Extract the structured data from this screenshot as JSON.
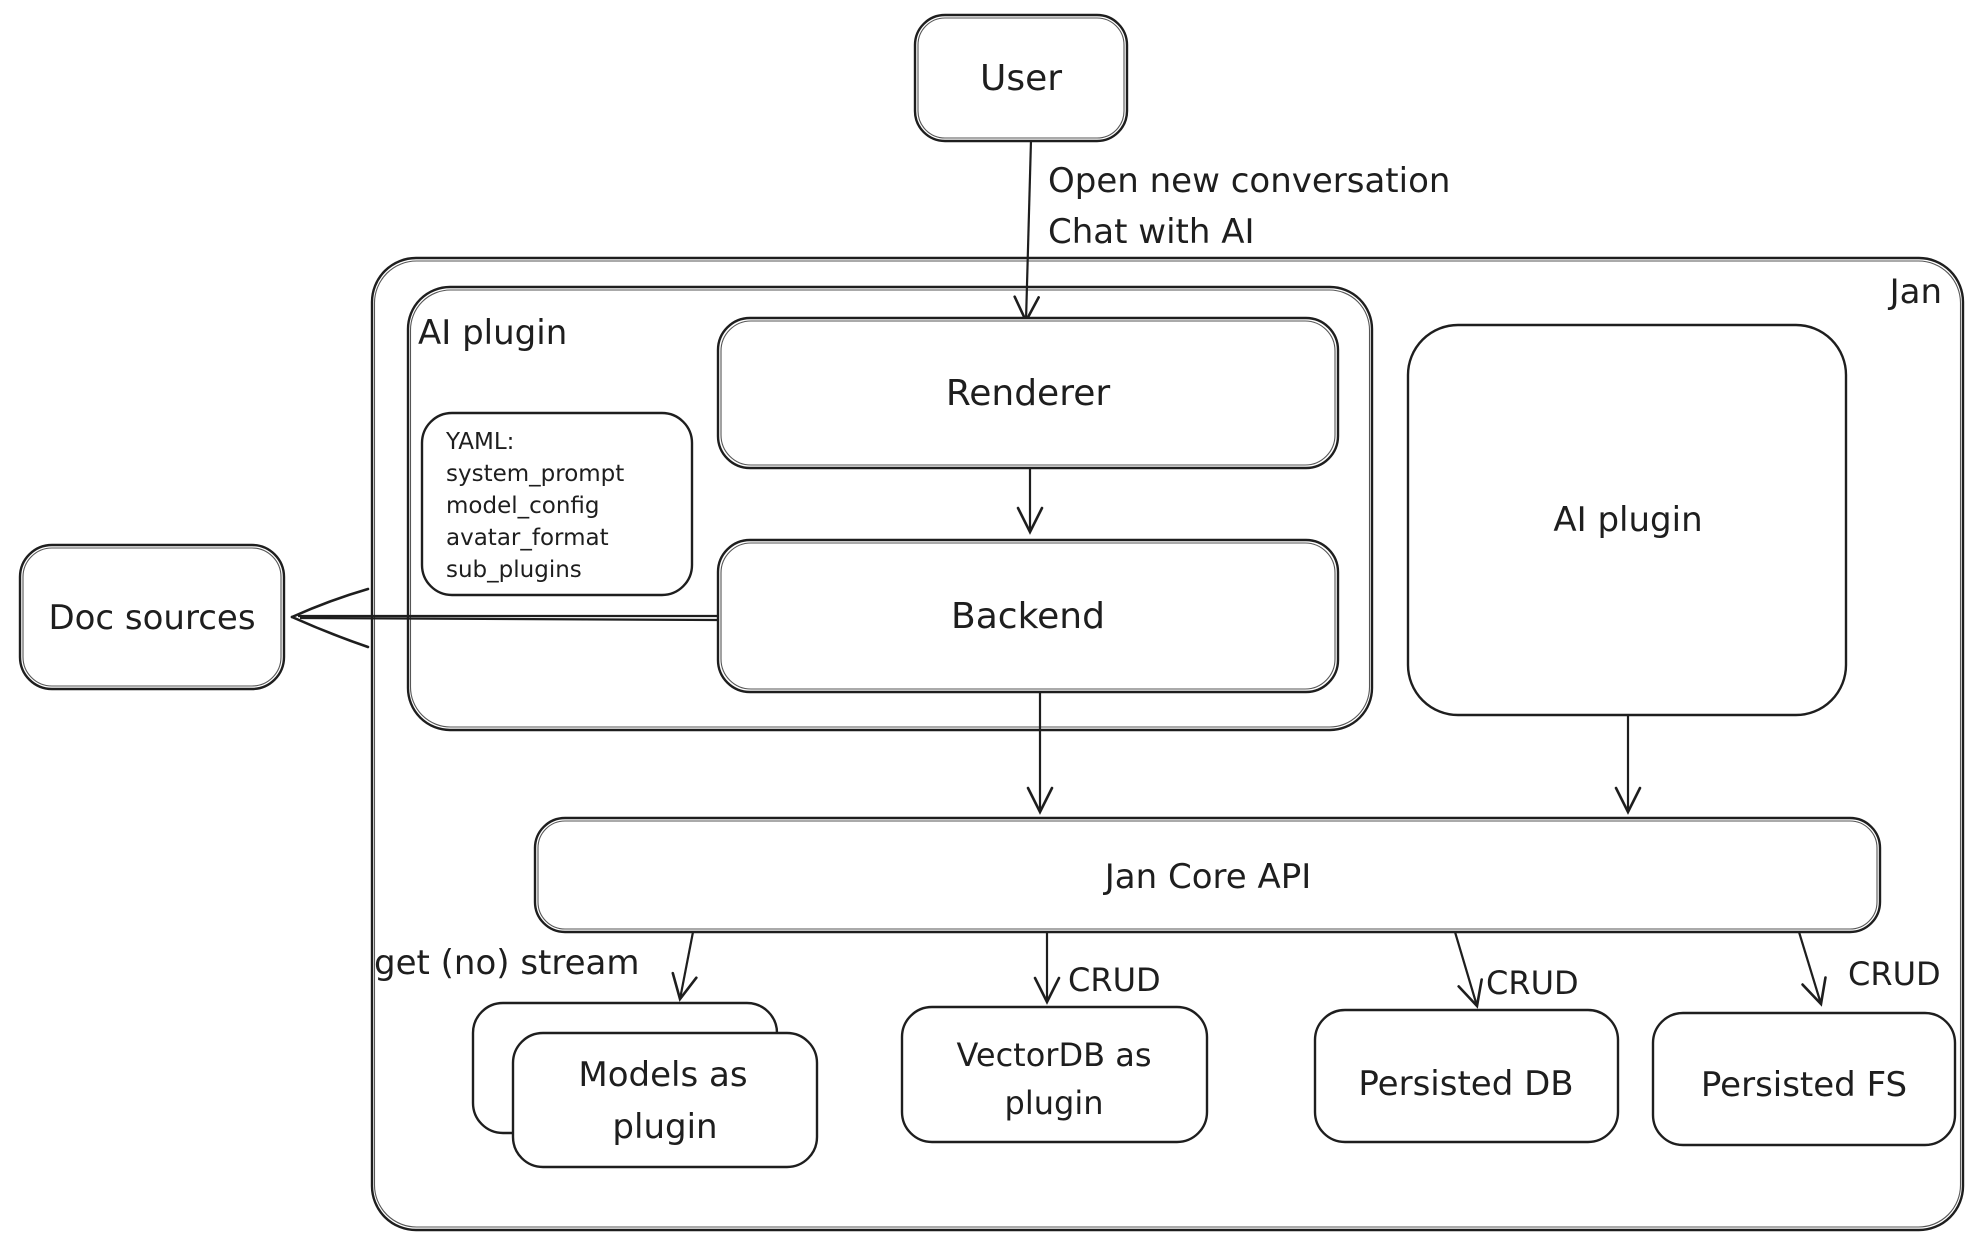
{
  "colors": {
    "stroke": "#1e1e1e",
    "background": "#ffffff"
  },
  "diagram": {
    "nodes": {
      "user": {
        "label": "User"
      },
      "jan": {
        "label": "Jan"
      },
      "ai_plugin_container": {
        "label": "AI plugin"
      },
      "renderer": {
        "label": "Renderer"
      },
      "backend": {
        "label": "Backend"
      },
      "yaml_note": {
        "lines": [
          "YAML:",
          "system_prompt",
          "model_config",
          "avatar_format",
          "sub_plugins"
        ]
      },
      "ai_plugin_right": {
        "label": "AI plugin"
      },
      "doc_sources": {
        "label": "Doc sources"
      },
      "jan_core_api": {
        "label": "Jan Core API"
      },
      "models_as_plugin": {
        "lines": [
          "Models as",
          "plugin"
        ]
      },
      "vectordb_as_plugin": {
        "lines": [
          "VectorDB as",
          "plugin"
        ]
      },
      "persisted_db": {
        "label": "Persisted DB"
      },
      "persisted_fs": {
        "label": "Persisted FS"
      }
    },
    "edges": {
      "user_to_renderer": {
        "lines": [
          "Open new conversation",
          "Chat with AI"
        ]
      },
      "core_to_models": {
        "label": "get (no) stream"
      },
      "core_to_vectordb": {
        "label": "CRUD"
      },
      "core_to_persisted_db": {
        "label": "CRUD"
      },
      "core_to_persisted_fs": {
        "label": "CRUD"
      }
    }
  }
}
